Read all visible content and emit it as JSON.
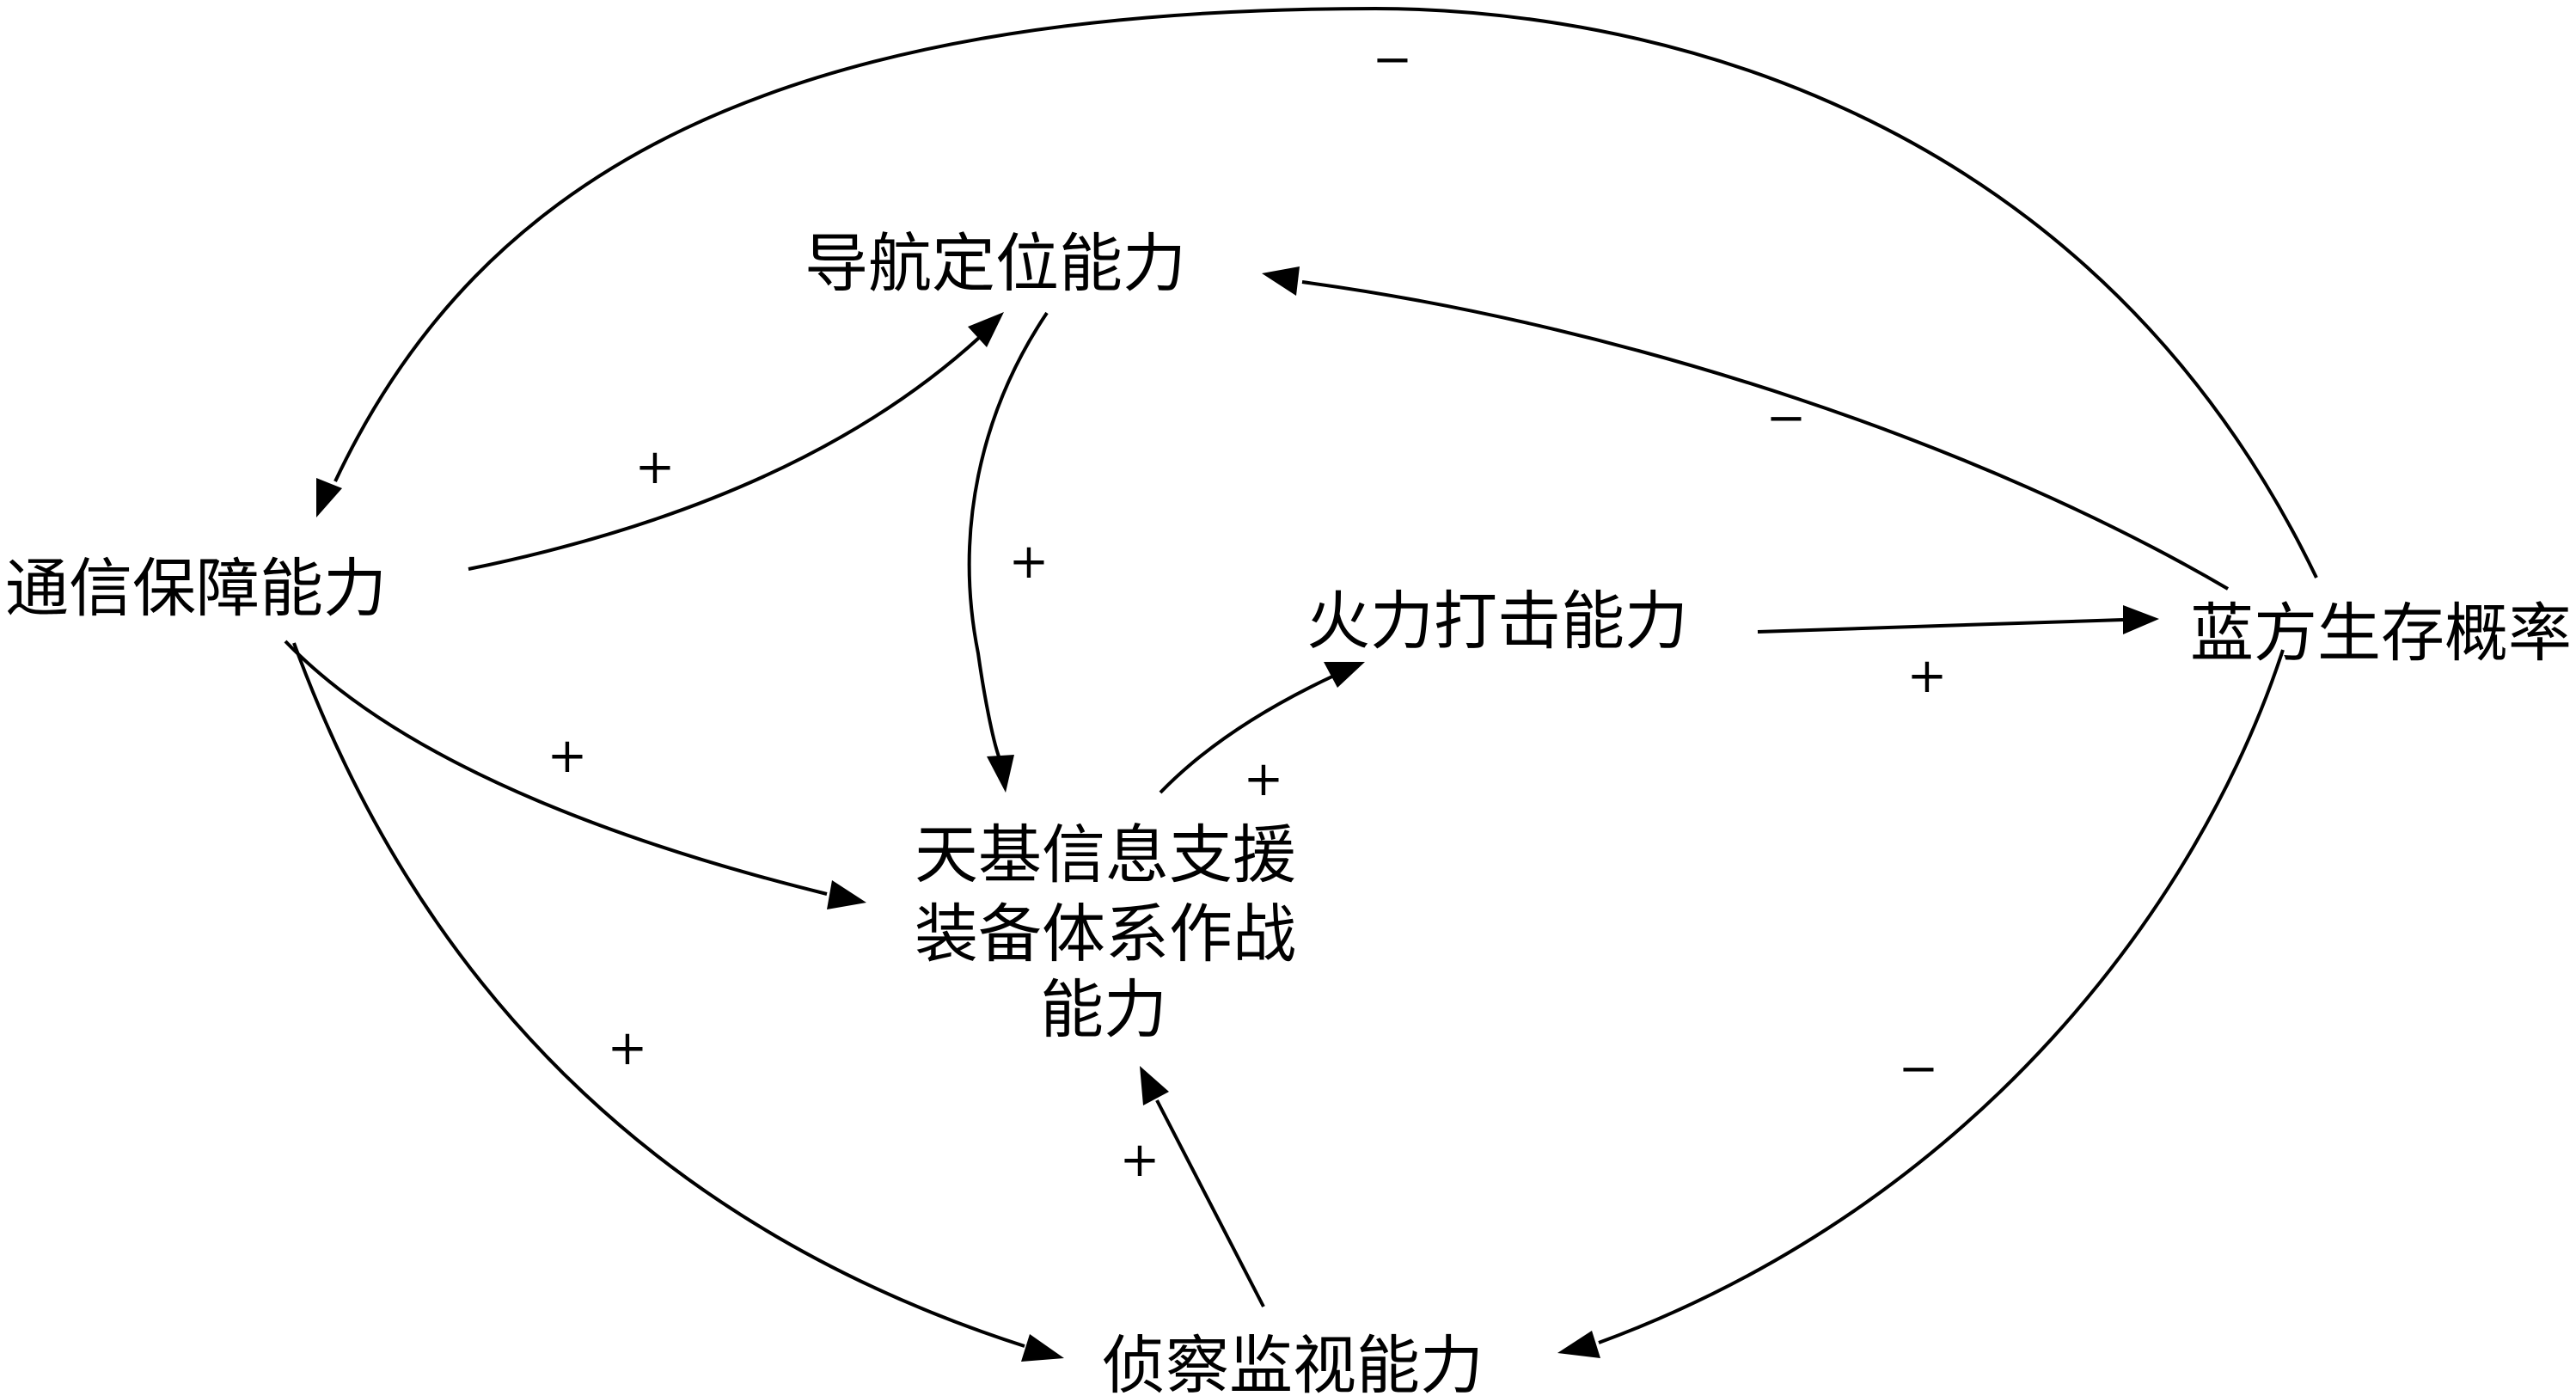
{
  "nodes": {
    "comm": {
      "label": "通信保障能力"
    },
    "nav": {
      "label": "导航定位能力"
    },
    "fire": {
      "label": "火力打击能力"
    },
    "blue": {
      "label": "蓝方生存概率"
    },
    "core": {
      "lines": [
        "天基信息支援",
        "装备体系作战",
        "能力"
      ]
    },
    "recon": {
      "label": "侦察监视能力"
    }
  },
  "edges": [
    {
      "from": "comm",
      "to": "nav",
      "polarity": "+"
    },
    {
      "from": "nav",
      "to": "core",
      "polarity": "+"
    },
    {
      "from": "comm",
      "to": "core",
      "polarity": "+"
    },
    {
      "from": "core",
      "to": "fire",
      "polarity": "+"
    },
    {
      "from": "fire",
      "to": "blue",
      "polarity": "+"
    },
    {
      "from": "blue",
      "to": "nav",
      "polarity": "−"
    },
    {
      "from": "blue",
      "to": "comm",
      "polarity": "−"
    },
    {
      "from": "blue",
      "to": "recon",
      "polarity": "−"
    },
    {
      "from": "comm",
      "to": "recon",
      "polarity": "+"
    },
    {
      "from": "recon",
      "to": "core",
      "polarity": "+"
    }
  ]
}
